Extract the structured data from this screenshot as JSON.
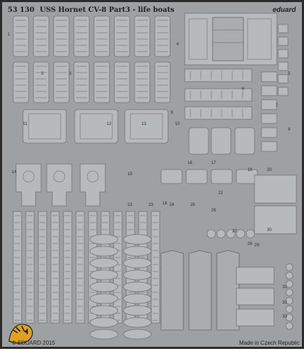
{
  "header": {
    "product_number": "53 130",
    "title": "USS Hornet CV-8 Part3 - life boats",
    "brand": "eduard"
  },
  "footer": {
    "copyright": "© EDUARD 2015",
    "origin": "Made in Czech Republic"
  },
  "part_numbers": [
    "1",
    "2",
    "3",
    "4",
    "5",
    "6",
    "7",
    "8",
    "9",
    "10",
    "11",
    "12",
    "13",
    "14",
    "15",
    "16",
    "17",
    "18",
    "19",
    "20",
    "21",
    "22",
    "23",
    "24",
    "25",
    "26",
    "27",
    "28",
    "29",
    "30",
    "31",
    "32",
    "33"
  ],
  "logo": {
    "name": "tiger-logo",
    "colors": [
      "#e0a020",
      "#1a1a1a"
    ]
  },
  "colors": {
    "fret": "#9da1a4",
    "part": "#b7babc",
    "outline": "#6e7276",
    "border": "#2a2a2a"
  }
}
